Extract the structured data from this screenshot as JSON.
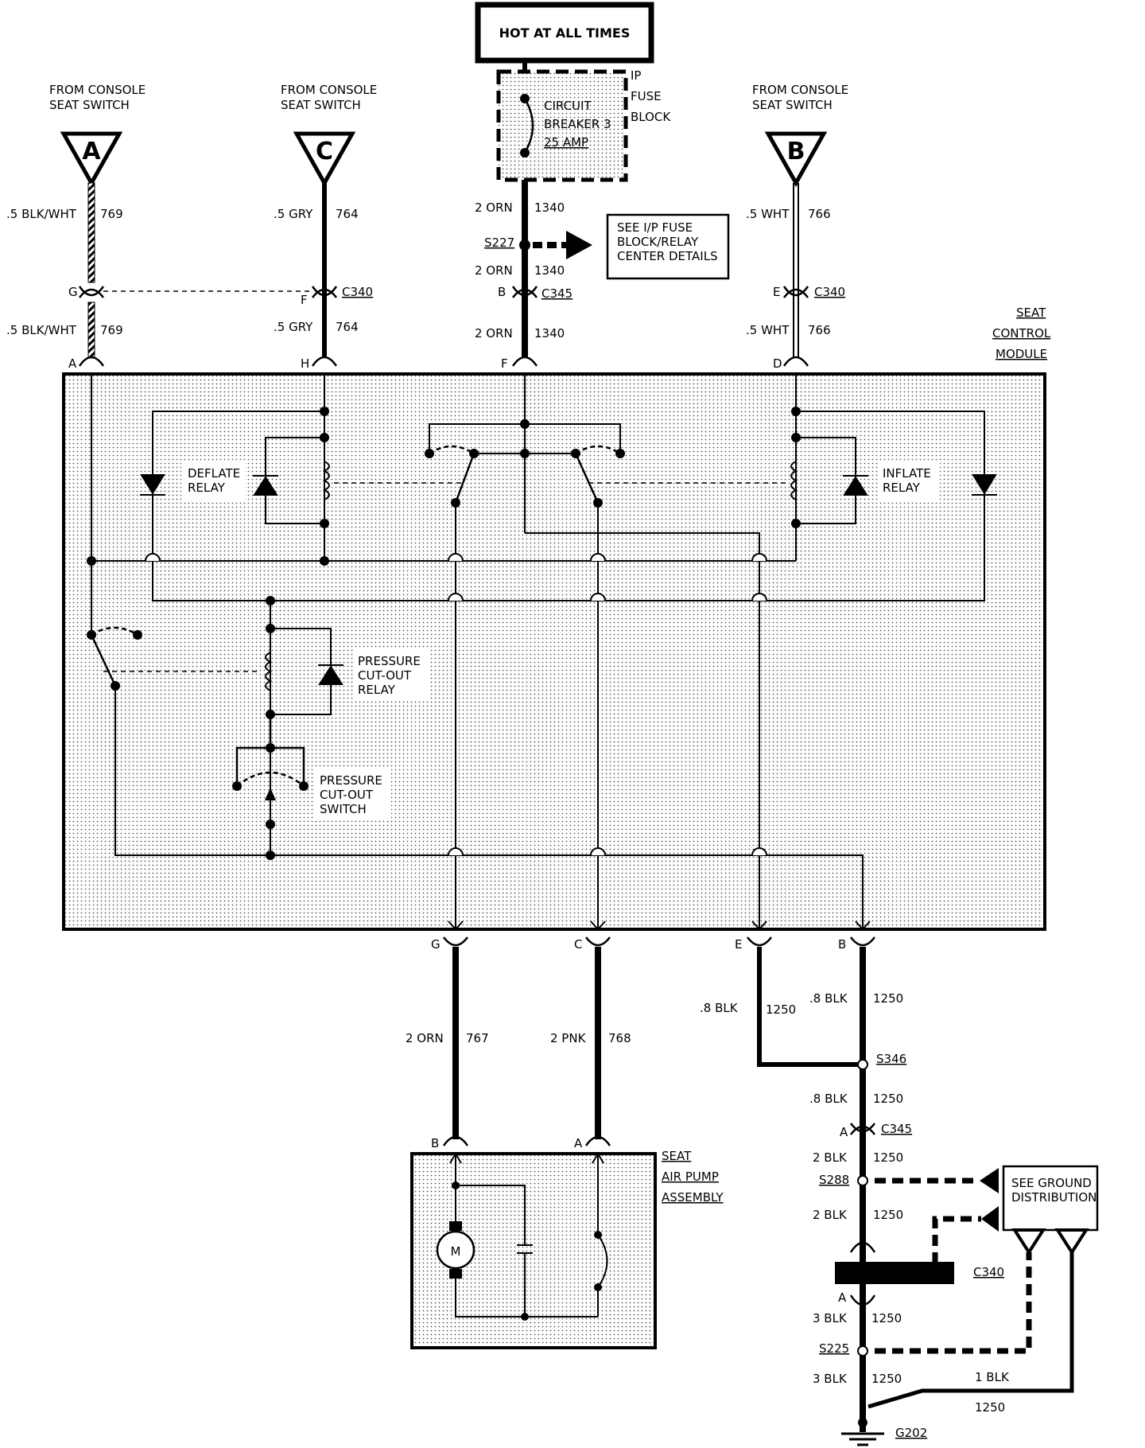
{
  "title_box": "HOT AT ALL TIMES",
  "fuse_block": {
    "label_lines": [
      "IP",
      "FUSE",
      "BLOCK"
    ],
    "breaker_lines": [
      "CIRCUIT",
      "BREAKER 3",
      "25 AMP"
    ]
  },
  "console_a": {
    "lines": [
      "FROM CONSOLE",
      "SEAT SWITCH"
    ],
    "letter": "A"
  },
  "console_c": {
    "lines": [
      "FROM CONSOLE",
      "SEAT SWITCH"
    ],
    "letter": "C"
  },
  "console_b": {
    "lines": [
      "FROM CONSOLE",
      "SEAT SWITCH"
    ],
    "letter": "B"
  },
  "wires": {
    "a_upper": {
      "gauge": ".5 BLK/WHT",
      "circuit": "769"
    },
    "a_lower": {
      "gauge": ".5 BLK/WHT",
      "circuit": "769"
    },
    "c_upper": {
      "gauge": ".5 GRY",
      "circuit": "764"
    },
    "c_lower": {
      "gauge": ".5 GRY",
      "circuit": "764"
    },
    "f_upper": {
      "gauge": "2 ORN",
      "circuit": "1340"
    },
    "f_mid": {
      "gauge": "2 ORN",
      "circuit": "1340"
    },
    "f_lower": {
      "gauge": "2 ORN",
      "circuit": "1340"
    },
    "b_upper": {
      "gauge": ".5 WHT",
      "circuit": "766"
    },
    "b_lower": {
      "gauge": ".5 WHT",
      "circuit": "766"
    },
    "g_out": {
      "gauge": "2 ORN",
      "circuit": "767"
    },
    "c_out": {
      "gauge": "2 PNK",
      "circuit": "768"
    },
    "e_out": {
      "gauge": ".8 BLK",
      "circuit": "1250"
    },
    "b_out": {
      "gauge": ".8 BLK",
      "circuit": "1250"
    },
    "g1": {
      "gauge": ".8 BLK",
      "circuit": "1250"
    },
    "g2": {
      "gauge": "2 BLK",
      "circuit": "1250"
    },
    "g3": {
      "gauge": "2 BLK",
      "circuit": "1250"
    },
    "g4": {
      "gauge": "3 BLK",
      "circuit": "1250"
    },
    "g5": {
      "gauge": "3 BLK",
      "circuit": "1250"
    },
    "g6": {
      "gauge": "1 BLK",
      "circuit": "1250"
    }
  },
  "connectors": {
    "c340": "C340",
    "c345": "C345",
    "pins_top1": [
      "G",
      "F",
      "B",
      "E"
    ],
    "pins_top2": [
      "A",
      "H",
      "F",
      "D"
    ],
    "pins_bottom": [
      "G",
      "C",
      "E",
      "B"
    ],
    "pump_pins": [
      "B",
      "A"
    ],
    "c345_pin_lower": "A",
    "c340_pin_lower": "A"
  },
  "splices": {
    "s227": "S227",
    "s346": "S346",
    "s288": "S288",
    "s225": "S225",
    "g202": "G202"
  },
  "notes": {
    "fuse_details": [
      "SEE I/P FUSE",
      "BLOCK/RELAY",
      "CENTER DETAILS"
    ],
    "ground_dist": [
      "SEE GROUND",
      "DISTRIBUTION"
    ]
  },
  "module": {
    "label_lines": [
      "SEAT",
      "CONTROL",
      "MODULE"
    ],
    "deflate_relay": [
      "DEFLATE",
      "RELAY"
    ],
    "inflate_relay": [
      "INFLATE",
      "RELAY"
    ],
    "pressure_relay": [
      "PRESSURE",
      "CUT-OUT",
      "RELAY"
    ],
    "pressure_switch": [
      "PRESSURE",
      "CUT-OUT",
      "SWITCH"
    ]
  },
  "pump": {
    "label_lines": [
      "SEAT",
      "AIR PUMP",
      "ASSEMBLY"
    ],
    "motor": "M"
  }
}
